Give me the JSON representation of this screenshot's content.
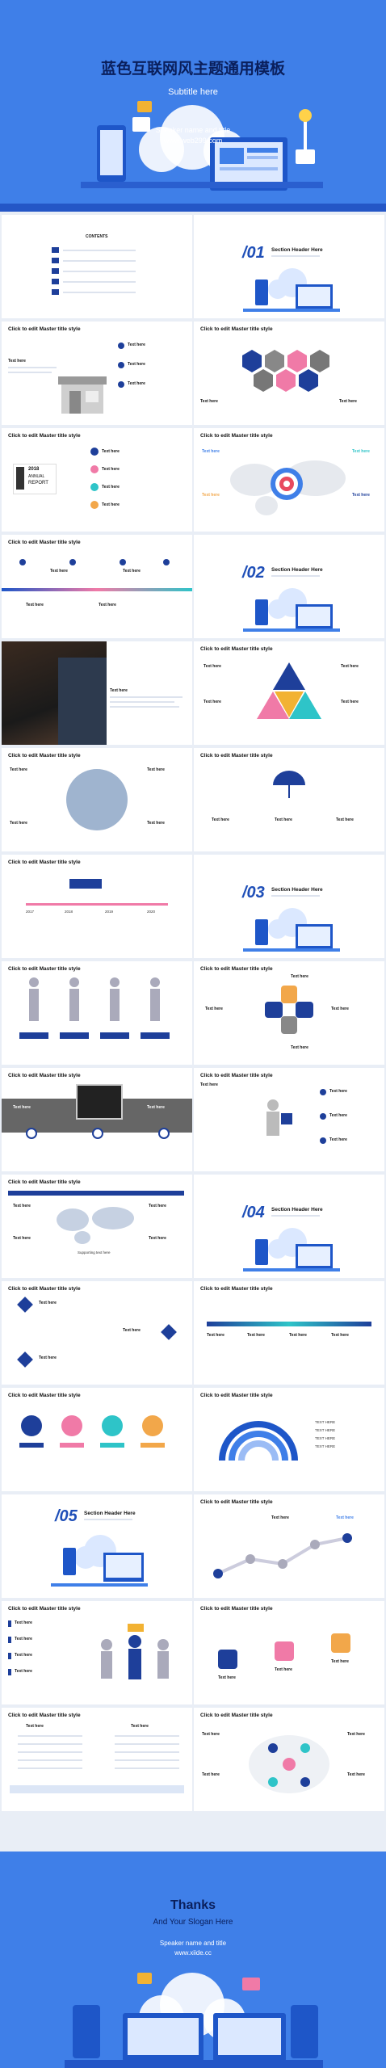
{
  "cover": {
    "title": "蓝色互联网风主题通用模板",
    "subtitle": "Subtitle here",
    "speaker": "Speaker name and title",
    "site": "www.web299.com"
  },
  "common": {
    "master_title": "Click to edit Master title style",
    "text_here": "Text here",
    "section_header": "Section Header Here",
    "report_year": "2018",
    "report_line1": "ANNUAL",
    "report_line2": "REPORT"
  },
  "contents": {
    "heading": "CONTENTS"
  },
  "sections": [
    "/01",
    "/02",
    "/03",
    "/04",
    "/05"
  ],
  "timeline_years": [
    "2017",
    "2018",
    "2019",
    "2020"
  ],
  "text_here_caps": [
    "TEXT HERE",
    "TEXT HERE",
    "TEXT HERE",
    "TEXT HERE"
  ],
  "supporting": "Supporting text here",
  "closing": {
    "thanks": "Thanks",
    "slogan": "And Your Slogan Here",
    "speaker": "Speaker name and title",
    "site": "www.xiide.cc"
  }
}
